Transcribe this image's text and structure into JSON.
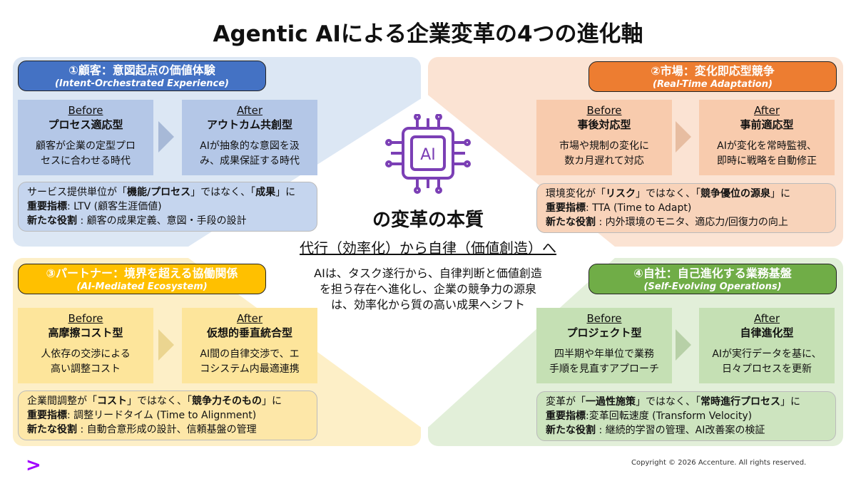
{
  "title": "Agentic AIによる企業変革の4つの進化軸",
  "center": {
    "icon_label": "AI",
    "essence": "の変革の本質",
    "subtitle": "代行（効率化）から自律（価値創造）へ",
    "paragraph": [
      "AIは、タスク遂行から、自律判断と価値創造",
      "を担う存在へ進化し、企業の競争力の源泉",
      "は、効率化から質の高い成果へシフト"
    ],
    "icon_color": "#7b3fb5"
  },
  "quadrants": [
    {
      "key": "customer",
      "colors": {
        "pill": "#4472c4",
        "box": "#b4c7e7",
        "sum": "#c5d5ee",
        "arrow": "#b4c7e7"
      },
      "header": "①顧客：意図起点の価値体験",
      "header_en": "(Intent-Orchestrated Experience)",
      "before": {
        "label": "Before",
        "type": "プロセス適応型",
        "desc": [
          "顧客が企業の定型プロ",
          "セスに合わせる時代"
        ]
      },
      "after": {
        "label": "After",
        "type": "アウトカム共創型",
        "desc": [
          "AIが抽象的な意図を汲",
          "み、成果保証する時代"
        ]
      },
      "summary": {
        "l1": [
          "サービス提供単位が「",
          "機能/プロセス",
          "」ではなく、「",
          "成果",
          "」に"
        ],
        "kpi_label": "重要指標",
        "kpi": ": LTV (顧客生涯価値)",
        "role_label": "新たな役割",
        "role": " : 顧客の成果定義、意図・手段の設計"
      }
    },
    {
      "key": "market",
      "colors": {
        "pill": "#ed7d31",
        "box": "#f8cbad",
        "sum": "#f8d3ba",
        "arrow": "#f8cbad"
      },
      "header": "②市場：変化即応型競争",
      "header_en": "(Real-Time Adaptation)",
      "before": {
        "label": "Before",
        "type": "事後対応型",
        "desc": [
          "市場や規制の変化に",
          "数カ月遅れて対応"
        ]
      },
      "after": {
        "label": "After",
        "type": "事前適応型",
        "desc": [
          "AIが変化を常時監視、",
          "即時に戦略を自動修正"
        ]
      },
      "summary": {
        "l1": [
          "環境変化が「",
          "リスク",
          "」ではなく、「",
          "競争優位の源泉",
          "」に"
        ],
        "kpi_label": "重要指標",
        "kpi": ": TTA (Time to Adapt)",
        "role_label": "新たな役割",
        "role": " : 内外環境のモニタ、適応力/回復力の向上"
      }
    },
    {
      "key": "partner",
      "colors": {
        "pill": "#ffc000",
        "box": "#fde59b",
        "sum": "#fde7a8",
        "arrow": "#fde59b"
      },
      "header": "③パートナー：境界を超える協働関係",
      "header_en": "(AI-Mediated Ecosystem)",
      "before": {
        "label": "Before",
        "type": "高摩擦コスト型",
        "desc": [
          "人依存の交渉による",
          "高い調整コスト"
        ]
      },
      "after": {
        "label": "After",
        "type": "仮想的垂直統合型",
        "desc": [
          "AI間の自律交渉で、エ",
          "コシステム内最適連携"
        ]
      },
      "summary": {
        "l1": [
          "企業間調整が「",
          "コスト",
          "」ではなく、「",
          "競争力そのもの",
          "」に"
        ],
        "kpi_label": "重要指標",
        "kpi": ": 調整リードタイム (Time to Alignment)",
        "role_label": "新たな役割",
        "role": " : 自動合意形成の設計、信頼基盤の管理"
      }
    },
    {
      "key": "self",
      "colors": {
        "pill": "#70ad47",
        "box": "#c5e0b4",
        "sum": "#cde4bf",
        "arrow": "#c5e0b4"
      },
      "header": "④自社：自己進化する業務基盤",
      "header_en": "(Self-Evolving Operations)",
      "before": {
        "label": "Before",
        "type": "プロジェクト型",
        "desc": [
          "四半期や年単位で業務",
          "手順を見直すアプローチ"
        ]
      },
      "after": {
        "label": "After",
        "type": "自律進化型",
        "desc": [
          "AIが実行データを基に、",
          "日々プロセスを更新"
        ]
      },
      "summary": {
        "l1": [
          "変革が「",
          "一過性施策",
          "」ではなく、「",
          "常時進行プロセス",
          "」に"
        ],
        "kpi_label": "重要指標",
        "kpi": ":変革回転速度 (Transform Velocity)",
        "role_label": "新たな役割",
        "role": " : 継続的学習の管理、AI改善案の検証"
      }
    }
  ],
  "footer": {
    "logo": ">",
    "copyright": "Copyright © 2026 Accenture. All rights reserved."
  }
}
